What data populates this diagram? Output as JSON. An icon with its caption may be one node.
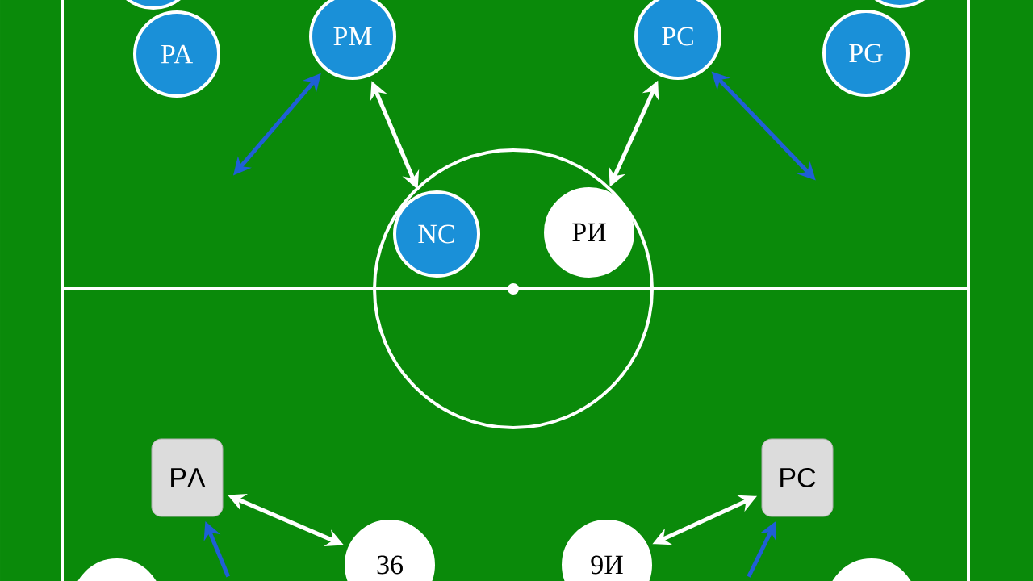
{
  "diagram": {
    "nodes": [
      {
        "text": [],
        "shape": "circle"
      },
      {
        "text": [
          "PA"
        ]
      },
      {
        "text": [
          "PM"
        ]
      },
      {
        "text": [
          "PC"
        ]
      },
      {
        "text": [],
        "shape": "circle"
      },
      {
        "text": [
          "PG"
        ]
      },
      {
        "text": [
          "NC"
        ]
      },
      {
        "text": [
          "PИ"
        ]
      },
      {
        "text": [
          "PΛ"
        ]
      },
      {
        "text": [
          "PC"
        ]
      },
      {
        "text": [
          "36"
        ]
      },
      {
        "text": [
          "9И"
        ]
      },
      {
        "text": [],
        "shape": "circle"
      },
      {
        "text": [],
        "shape": "circle"
      }
    ],
    "edges": [
      {
        "from": 2,
        "to": null,
        "arrow": "both",
        "color": "#1f5fd6"
      },
      {
        "from": 2,
        "to": 6,
        "arrow": "both",
        "color": "#ffffff"
      },
      {
        "from": 3,
        "to": 7,
        "arrow": "both",
        "color": "#ffffff"
      },
      {
        "from": 3,
        "to": null,
        "arrow": "both",
        "color": "#1f5fd6"
      },
      {
        "from": 8,
        "to": 10,
        "arrow": "both",
        "color": "#ffffff"
      },
      {
        "from": null,
        "to": 8,
        "arrow": "to",
        "color": "#1f5fd6"
      },
      {
        "from": 11,
        "to": 9,
        "arrow": "both",
        "color": "#ffffff"
      },
      {
        "from": null,
        "to": 9,
        "arrow": "to",
        "color": "#1f5fd6"
      }
    ]
  }
}
